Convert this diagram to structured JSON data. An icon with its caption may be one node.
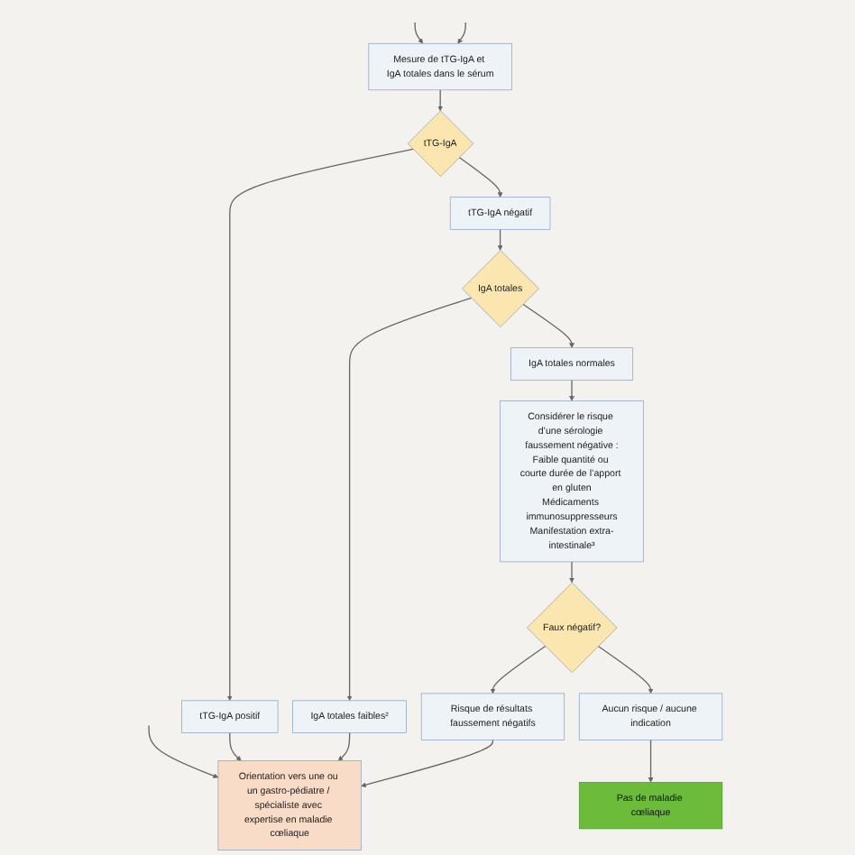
{
  "diagram": {
    "nodes": [
      {
        "text": [
          "Mesure de tTG-IgA et IgA totales dans le sérum"
        ]
      },
      {
        "text": [
          "tTG-IgA"
        ]
      },
      {
        "text": [
          "tTG-IgA positif"
        ]
      },
      {
        "text": [
          "tTG-IgA négatif"
        ]
      },
      {
        "text": [
          "IgA totales"
        ]
      },
      {
        "text": [
          "IgA totales faibles²"
        ]
      },
      {
        "text": [
          "IgA totales normales"
        ]
      },
      {
        "text": [
          "Considérer le risque d’une sérologie faussement négative :",
          "Faible quantité ou courte durée de l’apport en gluten",
          "Médicaments immunosuppresseurs",
          "Manifestation extra-intestinale³"
        ]
      },
      {
        "text": [
          "Faux négatif?"
        ]
      },
      {
        "text": [
          "Risque de résultats faussement négatifs"
        ]
      },
      {
        "text": [
          "Aucun risque / aucune indication"
        ]
      },
      {
        "text": [
          "Orientation vers une ou un gastro-pédiatre / spécialiste avec expertise en maladie cœliaque"
        ]
      },
      {
        "text": [
          "Pas de maladie cœliaque"
        ]
      }
    ],
    "edges": [
      {
        "from": null,
        "to": 0,
        "arrow": "to"
      },
      {
        "from": null,
        "to": 0,
        "arrow": "to"
      },
      {
        "from": 0,
        "to": 1,
        "arrow": "to"
      },
      {
        "from": 1,
        "to": 2,
        "arrow": "to"
      },
      {
        "from": 1,
        "to": 3,
        "arrow": "to"
      },
      {
        "from": 3,
        "to": 4,
        "arrow": "to"
      },
      {
        "from": 4,
        "to": 5,
        "arrow": "to"
      },
      {
        "from": 4,
        "to": 6,
        "arrow": "to"
      },
      {
        "from": 6,
        "to": 7,
        "arrow": "to"
      },
      {
        "from": 7,
        "to": 8,
        "arrow": "to"
      },
      {
        "from": 8,
        "to": 9,
        "arrow": "to"
      },
      {
        "from": 8,
        "to": 10,
        "arrow": "to"
      },
      {
        "from": null,
        "to": 11,
        "arrow": "to"
      },
      {
        "from": 2,
        "to": 11,
        "arrow": "to"
      },
      {
        "from": 5,
        "to": 11,
        "arrow": "to"
      },
      {
        "from": 9,
        "to": 11,
        "arrow": "to"
      },
      {
        "from": 10,
        "to": 12,
        "arrow": "to"
      }
    ]
  }
}
